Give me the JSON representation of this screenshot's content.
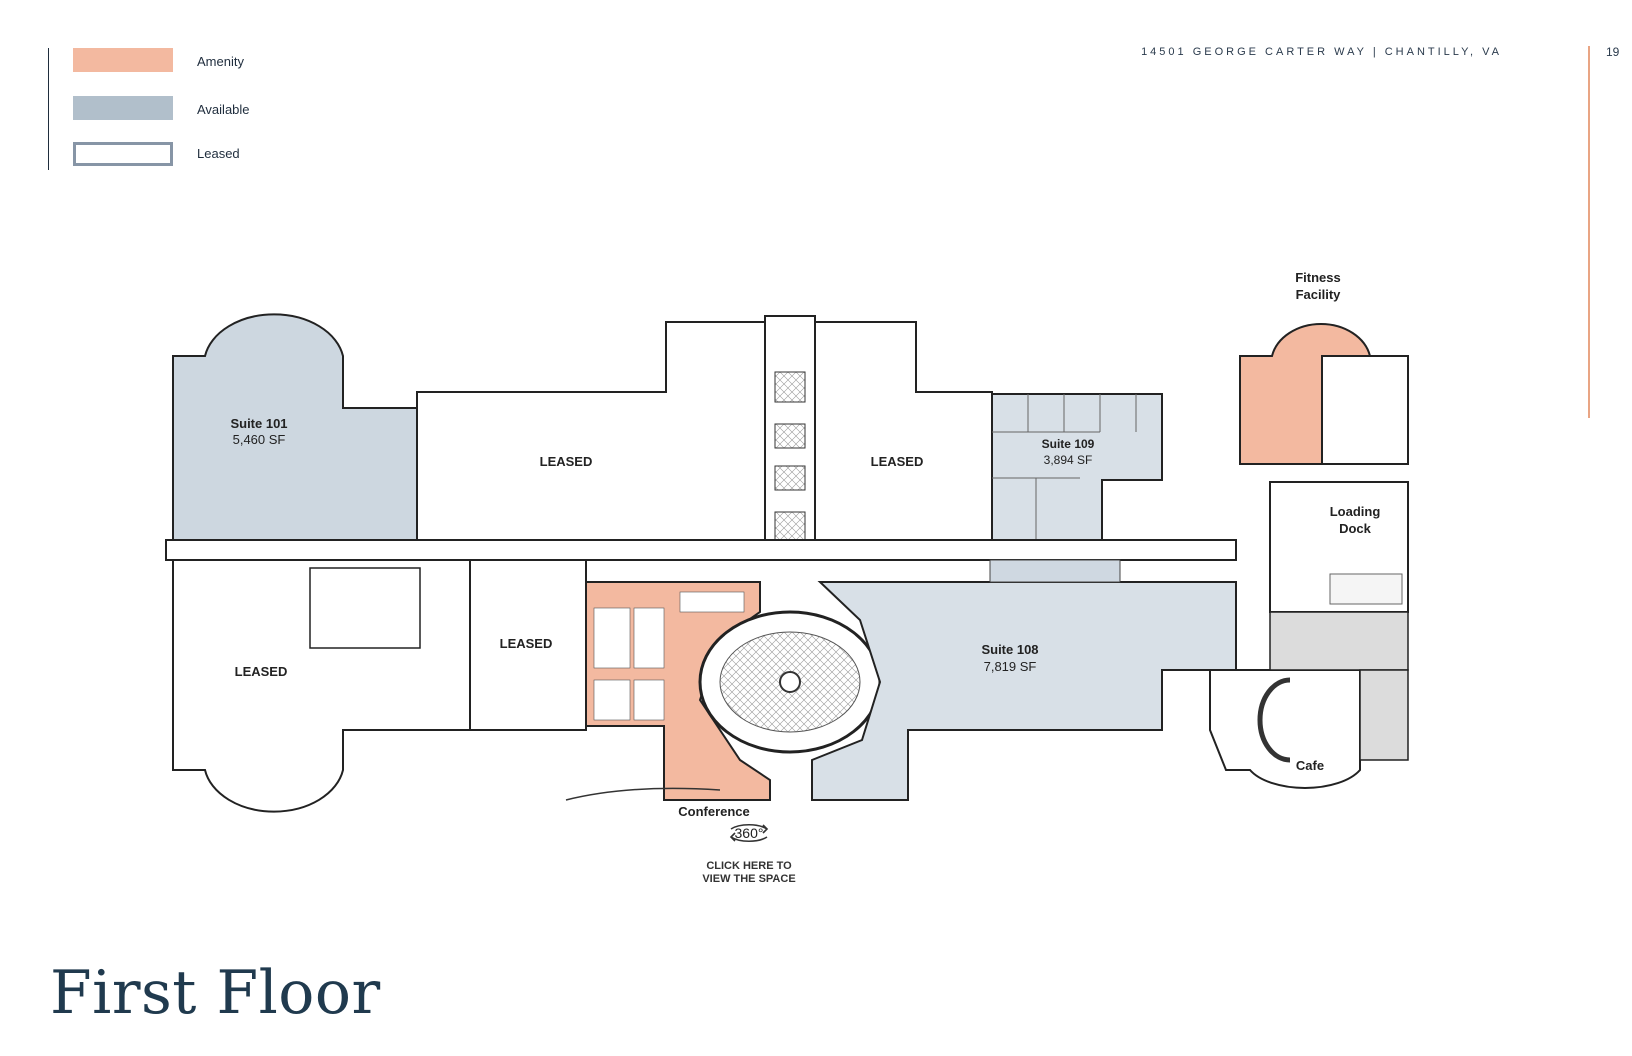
{
  "header": {
    "address": "14501 GEORGE CARTER WAY | CHANTILLY, VA",
    "page_number": "19"
  },
  "legend": {
    "items": [
      {
        "label": "Amenity",
        "color": "#f3b9a0"
      },
      {
        "label": "Available",
        "color": "#b1bfcb"
      },
      {
        "label": "Leased",
        "color": "#ffffff"
      }
    ]
  },
  "plan": {
    "suite_101": {
      "name": "Suite 101",
      "area": "5,460 SF"
    },
    "suite_109": {
      "name": "Suite 109",
      "area": "3,894 SF"
    },
    "suite_108": {
      "name": "Suite 108",
      "area": "7,819 SF"
    },
    "leased_label": "LEASED",
    "fitness": [
      "Fitness",
      "Facility"
    ],
    "loading": [
      "Loading",
      "Dock"
    ],
    "cafe": "Cafe",
    "conference": "Conference"
  },
  "tour": {
    "icon_text": "360°",
    "line1": "CLICK HERE TO",
    "line2": "VIEW THE SPACE"
  },
  "title": "First Floor",
  "colors": {
    "amenity": "#f3b9a0",
    "available": "#b1bfcb",
    "leased_border": "#8795a6",
    "accent": "#e9a584",
    "title": "#203a4e"
  }
}
